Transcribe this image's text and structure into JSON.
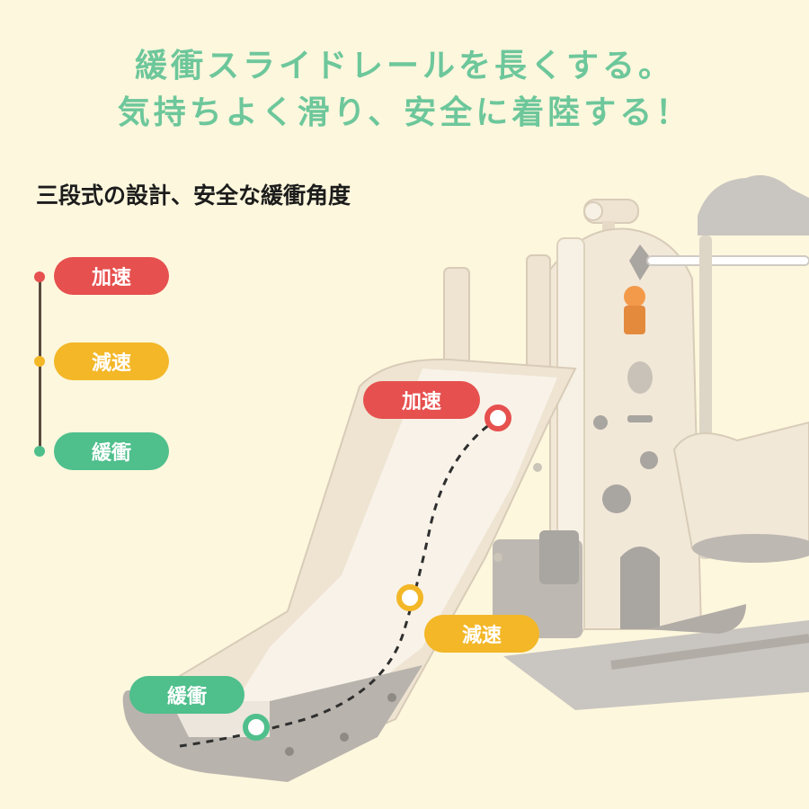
{
  "headline": {
    "line1": "緩衝スライドレールを長くする。",
    "line2": "気持ちよく滑り、安全に着陸する！"
  },
  "subtitle": "三段式の設計、安全な緩衝角度",
  "legend": {
    "items": [
      {
        "label": "加速",
        "color": "#e6504e"
      },
      {
        "label": "減速",
        "color": "#f3b727"
      },
      {
        "label": "緩衝",
        "color": "#4fbf8c"
      }
    ]
  },
  "slide_markers": {
    "accelerate": "加速",
    "decelerate": "減速",
    "buffer": "緩衝"
  },
  "colors": {
    "background": "#fdf7dd",
    "headline": "#6dc79b",
    "slide_cream": "#f3ebdc",
    "slide_gray": "#a9a5a0"
  }
}
